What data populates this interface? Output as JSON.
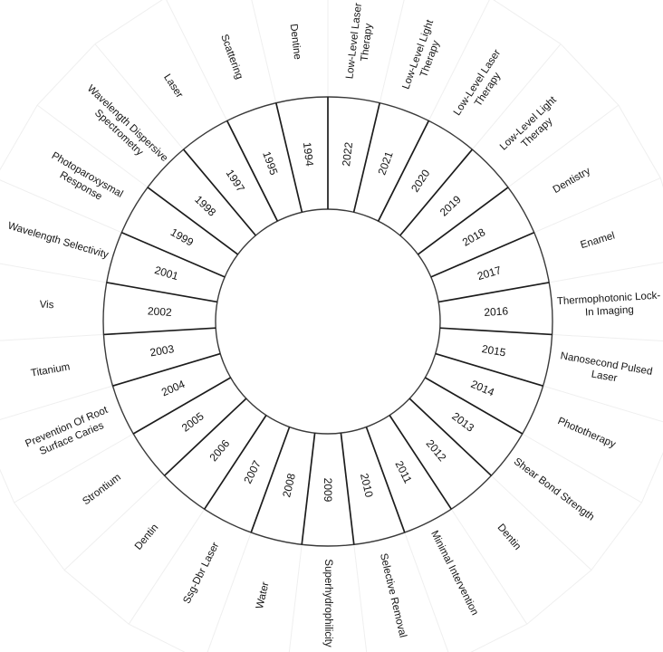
{
  "chart_data": {
    "type": "pie",
    "subtype": "radial donut timeline with equal segments",
    "title": "",
    "xlabel": "",
    "ylabel": "",
    "grid": false,
    "legend": "none",
    "start_angle_deg": 0,
    "direction": "counterclockwise",
    "inner_ring_label": "year",
    "outer_ring_label": "keyword",
    "categories": [
      "1994",
      "1995",
      "1997",
      "1998",
      "1999",
      "2001",
      "2002",
      "2003",
      "2004",
      "2005",
      "2006",
      "2007",
      "2008",
      "2009",
      "2010",
      "2011",
      "2012",
      "2013",
      "2014",
      "2015",
      "2016",
      "2017",
      "2018",
      "2019",
      "2020",
      "2021",
      "2022"
    ],
    "values": [
      1,
      1,
      1,
      1,
      1,
      1,
      1,
      1,
      1,
      1,
      1,
      1,
      1,
      1,
      1,
      1,
      1,
      1,
      1,
      1,
      1,
      1,
      1,
      1,
      1,
      1,
      1
    ],
    "segments": [
      {
        "year": "1994",
        "keyword": "Dentine",
        "lines": [
          "Dentine"
        ]
      },
      {
        "year": "1995",
        "keyword": "Scattering",
        "lines": [
          "Scattering"
        ]
      },
      {
        "year": "1997",
        "keyword": "Laser",
        "lines": [
          "Laser"
        ]
      },
      {
        "year": "1998",
        "keyword": "Wavelength Dispersive Spectrometry",
        "lines": [
          "Wavelength Dispersive",
          "Spectrometry"
        ]
      },
      {
        "year": "1999",
        "keyword": "Photoparoxysmal Response",
        "lines": [
          "Photoparoxysmal",
          "Response"
        ]
      },
      {
        "year": "2001",
        "keyword": "Wavelength Selectivity",
        "lines": [
          "Wavelength Selectivity"
        ]
      },
      {
        "year": "2002",
        "keyword": "Vis",
        "lines": [
          "Vis"
        ]
      },
      {
        "year": "2003",
        "keyword": "Titanium",
        "lines": [
          "Titanium"
        ]
      },
      {
        "year": "2004",
        "keyword": "Prevention Of Root Surface Caries",
        "lines": [
          "Prevention Of Root",
          "Surface Caries"
        ]
      },
      {
        "year": "2005",
        "keyword": "Strontium",
        "lines": [
          "Strontium"
        ]
      },
      {
        "year": "2006",
        "keyword": "Dentin",
        "lines": [
          "Dentin"
        ]
      },
      {
        "year": "2007",
        "keyword": "Ssg-Dbr Laser",
        "lines": [
          "Ssg-Dbr Laser"
        ]
      },
      {
        "year": "2008",
        "keyword": "Water",
        "lines": [
          "Water"
        ]
      },
      {
        "year": "2009",
        "keyword": "Superhydrophilicity",
        "lines": [
          "Superhydrophilicity"
        ]
      },
      {
        "year": "2010",
        "keyword": "Selective Removal",
        "lines": [
          "Selective Removal"
        ]
      },
      {
        "year": "2011",
        "keyword": "Minimal Intervention",
        "lines": [
          "Minimal Intervention"
        ]
      },
      {
        "year": "2012",
        "keyword": "Dentin",
        "lines": [
          "Dentin"
        ]
      },
      {
        "year": "2013",
        "keyword": "Shear Bond Strength",
        "lines": [
          "Shear Bond Strength"
        ]
      },
      {
        "year": "2014",
        "keyword": "Phototherapy",
        "lines": [
          "Phototherapy"
        ]
      },
      {
        "year": "2015",
        "keyword": "Nanosecond Pulsed Laser",
        "lines": [
          "Nanosecond Pulsed",
          "Laser"
        ]
      },
      {
        "year": "2016",
        "keyword": "Thermophotonic Lock-In Imaging",
        "lines": [
          "Thermophotonic Lock-",
          "In Imaging"
        ]
      },
      {
        "year": "2017",
        "keyword": "Enamel",
        "lines": [
          "Enamel"
        ]
      },
      {
        "year": "2018",
        "keyword": "Dentistry",
        "lines": [
          "Dentistry"
        ]
      },
      {
        "year": "2019",
        "keyword": "Low-Level Light Therapy",
        "lines": [
          "Low-Level Light",
          "Therapy"
        ]
      },
      {
        "year": "2020",
        "keyword": "Low-Level Laser Therapy",
        "lines": [
          "Low-Level Laser",
          "Therapy"
        ]
      },
      {
        "year": "2021",
        "keyword": "Low-Level Light Therapy",
        "lines": [
          "Low-Level Light",
          "Therapy"
        ]
      },
      {
        "year": "2022",
        "keyword": "Low-Level Laser Therapy",
        "lines": [
          "Low-Level Laser",
          "Therapy"
        ]
      }
    ],
    "colors": {
      "background": "#ffffff",
      "ring_stroke": "#3a3a3a",
      "divider_stroke": "#1c1c1c",
      "guide_stroke": "#efefef",
      "text": "#141414"
    }
  }
}
